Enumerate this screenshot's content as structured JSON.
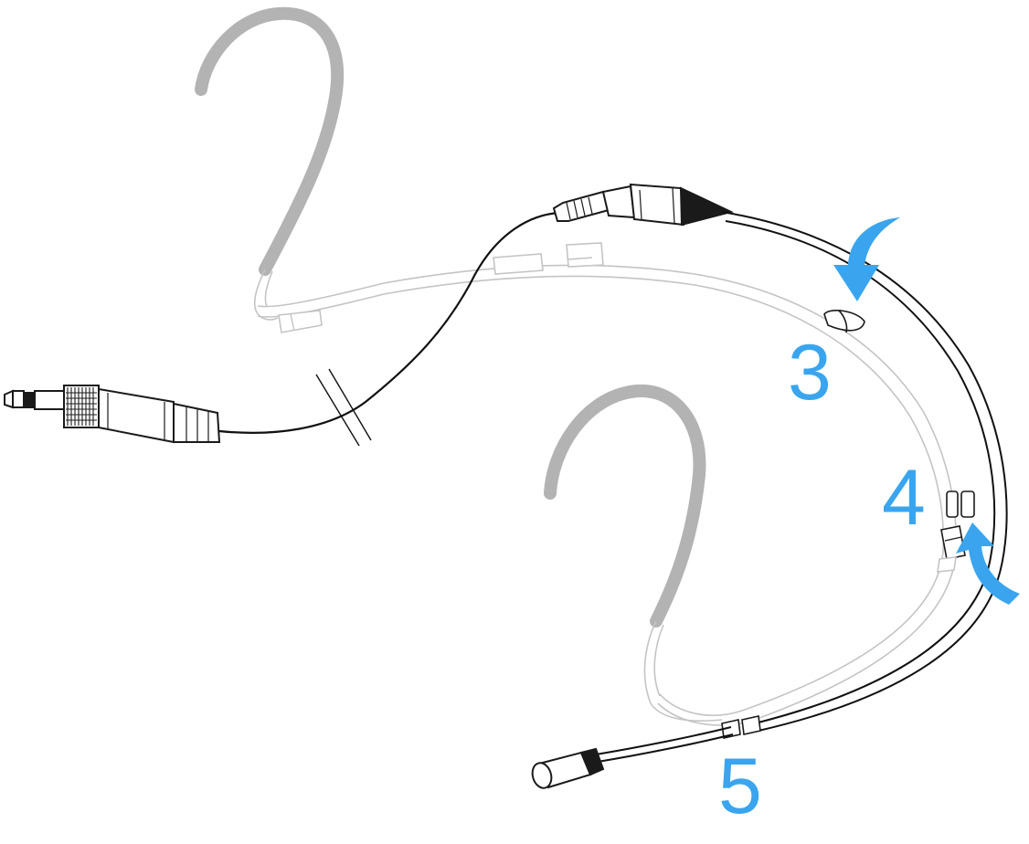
{
  "diagram": {
    "steps": [
      {
        "number": "3"
      },
      {
        "number": "4"
      },
      {
        "number": "5"
      }
    ],
    "colors": {
      "accent": "#3aa5ee",
      "earhook": "#b3b3b3",
      "frame": "#c9c9c9",
      "cable": "#111111",
      "outline": "#1a1a1a"
    },
    "icons": [
      "curved-arrow-icon",
      "curved-arrow-icon",
      "cable-break-icon",
      "jack-plug-icon",
      "microphone-capsule-icon"
    ]
  }
}
